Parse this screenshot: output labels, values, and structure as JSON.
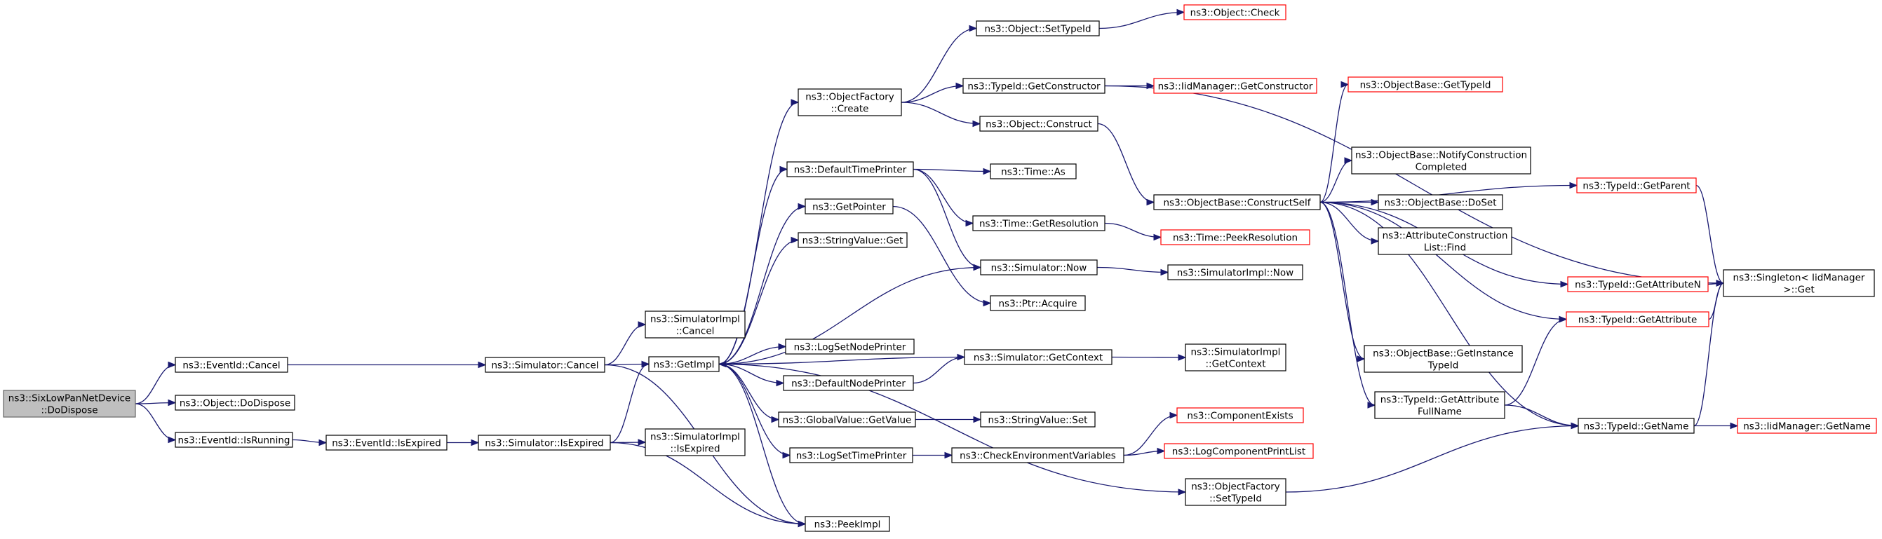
{
  "graph": {
    "colors": {
      "edge": "#191970",
      "box_border": "#000000",
      "external_border": "#ff0000",
      "root_fill": "#bfbfbf",
      "root_border": "#666666"
    },
    "nodes": [
      {
        "id": "root",
        "lines": [
          "ns3::SixLowPanNetDevice",
          "::DoDispose"
        ],
        "style": "root"
      },
      {
        "id": "eventid_cancel",
        "lines": [
          "ns3::EventId::Cancel"
        ]
      },
      {
        "id": "object_dodispose",
        "lines": [
          "ns3::Object::DoDispose"
        ]
      },
      {
        "id": "eventid_isrunning",
        "lines": [
          "ns3::EventId::IsRunning"
        ]
      },
      {
        "id": "eventid_isexpired",
        "lines": [
          "ns3::EventId::IsExpired"
        ]
      },
      {
        "id": "simulator_cancel",
        "lines": [
          "ns3::Simulator::Cancel"
        ]
      },
      {
        "id": "simulator_isexpired",
        "lines": [
          "ns3::Simulator::IsExpired"
        ]
      },
      {
        "id": "simimpl_cancel",
        "lines": [
          "ns3::SimulatorImpl",
          "::Cancel"
        ]
      },
      {
        "id": "simimpl_isexpired",
        "lines": [
          "ns3::SimulatorImpl",
          "::IsExpired"
        ]
      },
      {
        "id": "getimpl",
        "lines": [
          "ns3::GetImpl"
        ]
      },
      {
        "id": "peekimpl",
        "lines": [
          "ns3::PeekImpl"
        ]
      },
      {
        "id": "objectfactory_create",
        "lines": [
          "ns3::ObjectFactory",
          "::Create"
        ]
      },
      {
        "id": "defaulttimeprinter",
        "lines": [
          "ns3::DefaultTimePrinter"
        ]
      },
      {
        "id": "getpointer",
        "lines": [
          "ns3::GetPointer"
        ]
      },
      {
        "id": "stringvalue_get",
        "lines": [
          "ns3::StringValue::Get"
        ]
      },
      {
        "id": "logsetnodeprinter",
        "lines": [
          "ns3::LogSetNodePrinter"
        ]
      },
      {
        "id": "defaultnodeprinter",
        "lines": [
          "ns3::DefaultNodePrinter"
        ]
      },
      {
        "id": "globalvalue_getvalue",
        "lines": [
          "ns3::GlobalValue::GetValue"
        ]
      },
      {
        "id": "logsettimeprinter",
        "lines": [
          "ns3::LogSetTimePrinter"
        ]
      },
      {
        "id": "object_settypeid",
        "lines": [
          "ns3::Object::SetTypeId"
        ]
      },
      {
        "id": "typeid_getconstructor",
        "lines": [
          "ns3::TypeId::GetConstructor"
        ]
      },
      {
        "id": "object_construct",
        "lines": [
          "ns3::Object::Construct"
        ]
      },
      {
        "id": "time_as",
        "lines": [
          "ns3::Time::As"
        ]
      },
      {
        "id": "time_getresolution",
        "lines": [
          "ns3::Time::GetResolution"
        ]
      },
      {
        "id": "simulator_now",
        "lines": [
          "ns3::Simulator::Now"
        ]
      },
      {
        "id": "ptr_acquire",
        "lines": [
          "ns3::Ptr::Acquire"
        ]
      },
      {
        "id": "simulator_getcontext",
        "lines": [
          "ns3::Simulator::GetContext"
        ]
      },
      {
        "id": "stringvalue_set",
        "lines": [
          "ns3::StringValue::Set"
        ]
      },
      {
        "id": "checkenvvars",
        "lines": [
          "ns3::CheckEnvironmentVariables"
        ]
      },
      {
        "id": "objectfactory_settypeid",
        "lines": [
          "ns3::ObjectFactory",
          "::SetTypeId"
        ]
      },
      {
        "id": "object_check",
        "lines": [
          "ns3::Object::Check"
        ],
        "style": "ext"
      },
      {
        "id": "iidmanager_getconstructor",
        "lines": [
          "ns3::IidManager::GetConstructor"
        ],
        "style": "ext"
      },
      {
        "id": "objectbase_constructself",
        "lines": [
          "ns3::ObjectBase::ConstructSelf"
        ]
      },
      {
        "id": "time_peekresolution",
        "lines": [
          "ns3::Time::PeekResolution"
        ],
        "style": "ext"
      },
      {
        "id": "simimpl_now",
        "lines": [
          "ns3::SimulatorImpl::Now"
        ]
      },
      {
        "id": "simimpl_getcontext",
        "lines": [
          "ns3::SimulatorImpl",
          "::GetContext"
        ]
      },
      {
        "id": "componentexists",
        "lines": [
          "ns3::ComponentExists"
        ],
        "style": "ext"
      },
      {
        "id": "logcomponentprintlist",
        "lines": [
          "ns3::LogComponentPrintList"
        ],
        "style": "ext"
      },
      {
        "id": "objectbase_gettypeid",
        "lines": [
          "ns3::ObjectBase::GetTypeId"
        ],
        "style": "ext"
      },
      {
        "id": "objectbase_notifyconstruction",
        "lines": [
          "ns3::ObjectBase::NotifyConstruction",
          "Completed"
        ]
      },
      {
        "id": "objectbase_doset",
        "lines": [
          "ns3::ObjectBase::DoSet"
        ]
      },
      {
        "id": "attrconstructionlist_find",
        "lines": [
          "ns3::AttributeConstruction",
          "List::Find"
        ]
      },
      {
        "id": "objectbase_getinstancetypeid",
        "lines": [
          "ns3::ObjectBase::GetInstance",
          "TypeId"
        ]
      },
      {
        "id": "typeid_getattributefullname",
        "lines": [
          "ns3::TypeId::GetAttribute",
          "FullName"
        ]
      },
      {
        "id": "typeid_getparent",
        "lines": [
          "ns3::TypeId::GetParent"
        ],
        "style": "ext"
      },
      {
        "id": "typeid_getattributen",
        "lines": [
          "ns3::TypeId::GetAttributeN"
        ],
        "style": "ext"
      },
      {
        "id": "typeid_getattribute",
        "lines": [
          "ns3::TypeId::GetAttribute"
        ],
        "style": "ext"
      },
      {
        "id": "typeid_getname",
        "lines": [
          "ns3::TypeId::GetName"
        ]
      },
      {
        "id": "singleton_get",
        "lines": [
          "ns3::Singleton< IidManager",
          " >::Get"
        ]
      },
      {
        "id": "iidmanager_getname",
        "lines": [
          "ns3::IidManager::GetName"
        ],
        "style": "ext"
      }
    ],
    "edges": [
      [
        "root",
        "eventid_cancel"
      ],
      [
        "root",
        "object_dodispose"
      ],
      [
        "root",
        "eventid_isrunning"
      ],
      [
        "eventid_cancel",
        "simulator_cancel"
      ],
      [
        "eventid_isrunning",
        "eventid_isexpired"
      ],
      [
        "eventid_isexpired",
        "simulator_isexpired"
      ],
      [
        "simulator_cancel",
        "simimpl_cancel"
      ],
      [
        "simulator_cancel",
        "getimpl"
      ],
      [
        "simulator_cancel",
        "peekimpl"
      ],
      [
        "simulator_isexpired",
        "getimpl"
      ],
      [
        "simulator_isexpired",
        "simimpl_isexpired"
      ],
      [
        "simulator_isexpired",
        "peekimpl"
      ],
      [
        "getimpl",
        "objectfactory_create"
      ],
      [
        "getimpl",
        "defaulttimeprinter"
      ],
      [
        "getimpl",
        "getpointer"
      ],
      [
        "getimpl",
        "stringvalue_get"
      ],
      [
        "getimpl",
        "simulator_now"
      ],
      [
        "getimpl",
        "logsetnodeprinter"
      ],
      [
        "getimpl",
        "defaultnodeprinter"
      ],
      [
        "getimpl",
        "globalvalue_getvalue"
      ],
      [
        "getimpl",
        "logsettimeprinter"
      ],
      [
        "getimpl",
        "objectfactory_settypeid"
      ],
      [
        "getimpl",
        "peekimpl"
      ],
      [
        "simulator_getcontext",
        "getimpl"
      ],
      [
        "objectfactory_create",
        "object_settypeid"
      ],
      [
        "objectfactory_create",
        "typeid_getconstructor"
      ],
      [
        "objectfactory_create",
        "object_construct"
      ],
      [
        "object_settypeid",
        "object_check"
      ],
      [
        "typeid_getconstructor",
        "iidmanager_getconstructor"
      ],
      [
        "typeid_getconstructor",
        "singleton_get"
      ],
      [
        "object_construct",
        "objectbase_constructself"
      ],
      [
        "defaulttimeprinter",
        "time_as"
      ],
      [
        "defaulttimeprinter",
        "time_getresolution"
      ],
      [
        "defaulttimeprinter",
        "simulator_now"
      ],
      [
        "time_getresolution",
        "time_peekresolution"
      ],
      [
        "getpointer",
        "ptr_acquire"
      ],
      [
        "simulator_now",
        "simimpl_now"
      ],
      [
        "defaultnodeprinter",
        "simulator_getcontext"
      ],
      [
        "simulator_getcontext",
        "simimpl_getcontext"
      ],
      [
        "globalvalue_getvalue",
        "stringvalue_set"
      ],
      [
        "logsettimeprinter",
        "checkenvvars"
      ],
      [
        "checkenvvars",
        "componentexists"
      ],
      [
        "checkenvvars",
        "logcomponentprintlist"
      ],
      [
        "objectfactory_settypeid",
        "typeid_getname"
      ],
      [
        "objectbase_constructself",
        "objectbase_gettypeid"
      ],
      [
        "objectbase_constructself",
        "typeid_getparent"
      ],
      [
        "objectbase_constructself",
        "objectbase_notifyconstruction"
      ],
      [
        "objectbase_constructself",
        "objectbase_doset"
      ],
      [
        "objectbase_constructself",
        "attrconstructionlist_find"
      ],
      [
        "objectbase_constructself",
        "typeid_getattributen"
      ],
      [
        "objectbase_constructself",
        "typeid_getattribute"
      ],
      [
        "objectbase_constructself",
        "objectbase_getinstancetypeid"
      ],
      [
        "objectbase_constructself",
        "typeid_getattributefullname"
      ],
      [
        "objectbase_constructself",
        "typeid_getname"
      ],
      [
        "typeid_getattributefullname",
        "typeid_getattribute"
      ],
      [
        "typeid_getattributefullname",
        "typeid_getname"
      ],
      [
        "typeid_getparent",
        "singleton_get"
      ],
      [
        "typeid_getattributen",
        "singleton_get"
      ],
      [
        "typeid_getattribute",
        "singleton_get"
      ],
      [
        "typeid_getname",
        "singleton_get"
      ],
      [
        "typeid_getname",
        "iidmanager_getname"
      ]
    ]
  }
}
